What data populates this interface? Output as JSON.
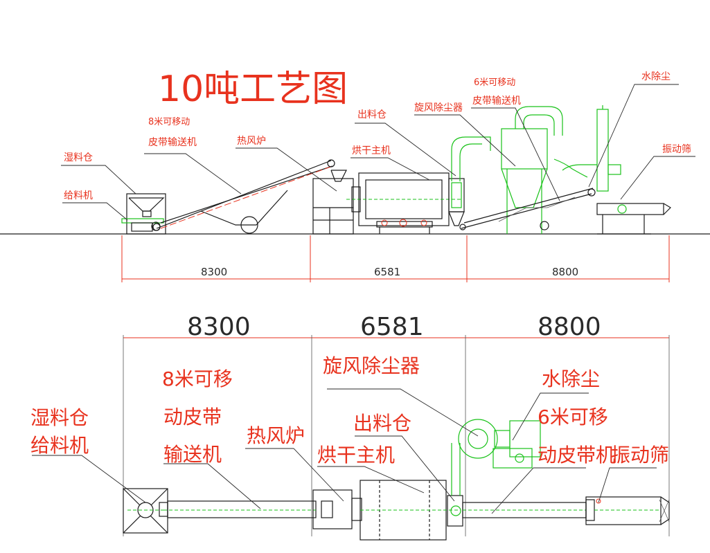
{
  "title": "10吨工艺图",
  "elevation": {
    "labels": {
      "wet_bin": "湿料仓",
      "feeder": "给料机",
      "belt_8m": "8米可移动\n皮带输送机",
      "hot_furnace": "热风炉",
      "dryer_main": "烘干主机",
      "discharge_bin": "出料仓",
      "cyclone": "旋风除尘器",
      "belt_6m": "6米可移动\n皮带输送机",
      "water_dust": "水除尘",
      "vibrating_screen": "振动筛"
    },
    "dimensions": [
      "8300",
      "6581",
      "8800"
    ]
  },
  "plan": {
    "labels": {
      "wet_bin": "湿料仓",
      "feeder": "给料机",
      "belt_8m_l1": "8米可移",
      "belt_8m_l2": "动皮带",
      "belt_8m_l3": "输送机",
      "hot_furnace": "热风炉",
      "discharge_bin": "出料仓",
      "dryer_main": "烘干主机",
      "cyclone": "旋风除尘器",
      "water_dust": "水除尘",
      "belt_6m_l1": "6米可移",
      "belt_6m_l2": "动皮带机",
      "vibrating_screen": "振动筛"
    },
    "dimensions": [
      "8300",
      "6581",
      "8800"
    ]
  },
  "colors": {
    "label": "#e8321e",
    "equipment": "#1a1a1a",
    "duct": "#19c219"
  }
}
